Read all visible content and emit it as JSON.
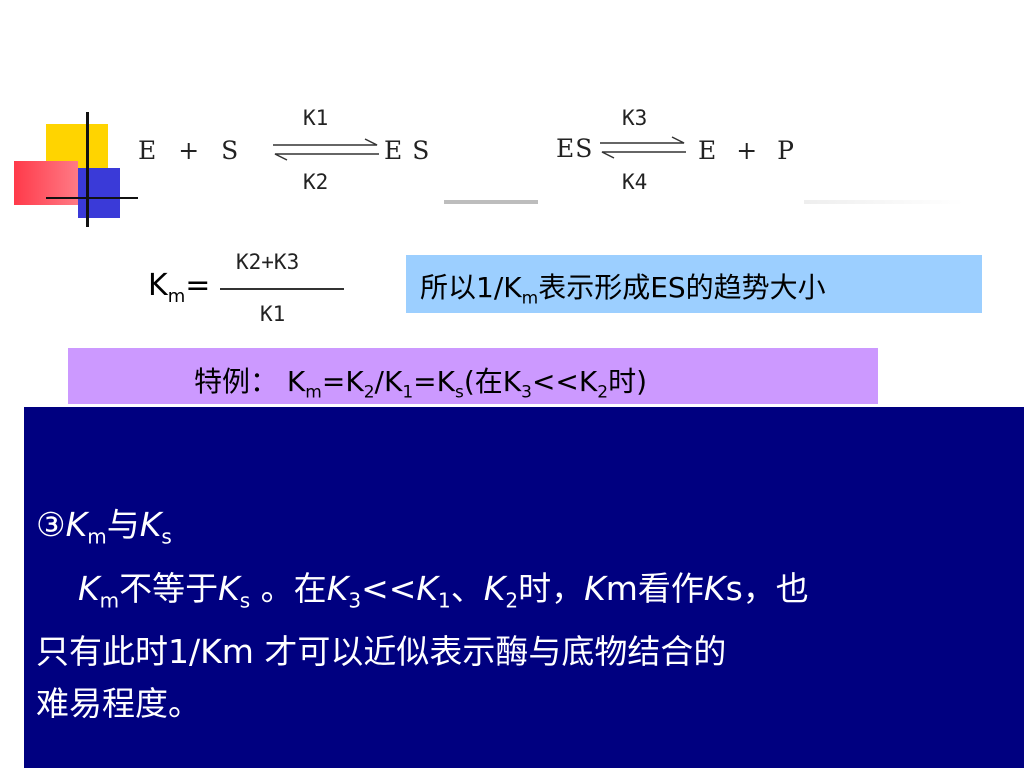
{
  "reaction1": {
    "left": "E + S",
    "right": "E S",
    "k_forward": "K1",
    "k_reverse": "K2"
  },
  "reaction2": {
    "left": "ES",
    "right": "E + P",
    "k_forward": "K3",
    "k_reverse": "K4"
  },
  "formula": {
    "lhs": "K",
    "lhs_sub": "m",
    "equals": "=",
    "numerator": "K2+K3",
    "denominator": "K1"
  },
  "blue_box": {
    "pre": "所以1/K",
    "sub": "m",
    "post": "表示形成ES的趋势大小"
  },
  "purple_box": {
    "label": "特例：",
    "k": "K",
    "m": "m",
    "eq1": "=K",
    "two": "2",
    "slash": "/K",
    "one": "1",
    "eq2": "=K",
    "s": "s",
    "paren_open": "(在K",
    "three": "3",
    "lt": "<<K",
    "two_b": "2",
    "paren_close": "时)"
  },
  "panel": {
    "heading": "③",
    "km_k": "K",
    "km_m": "m",
    "yu": "与",
    "ks_k": "K",
    "ks_s": "s",
    "l2_k": "K",
    "l2_m": "m",
    "l2_a": "不等于",
    "l2_ks_k": "K",
    "l2_ks_s": "s",
    "l2_b": " 。在",
    "l2_k3": "K",
    "l2_3": "3",
    "l2_lt": "<<",
    "l2_k1": "K",
    "l2_1": "1",
    "l2_c": "、",
    "l2_k2": "K",
    "l2_2": "2",
    "l2_d": "时，",
    "l2_km": "K",
    "l2_km_m": "m",
    "l2_e": "看作",
    "l2_ks2": "K",
    "l2_ks2_s": "s，也",
    "line3": "只有此时1/Km 才可以近似表示酶与底物结合的",
    "line4": "难易程度。"
  },
  "colors": {
    "panel": "#000080",
    "blue_box": "#9ccfff",
    "purple_box": "#cc99ff",
    "yellow": "#ffd400",
    "red": "#ff3a4a",
    "blue": "#3a3ad8"
  }
}
